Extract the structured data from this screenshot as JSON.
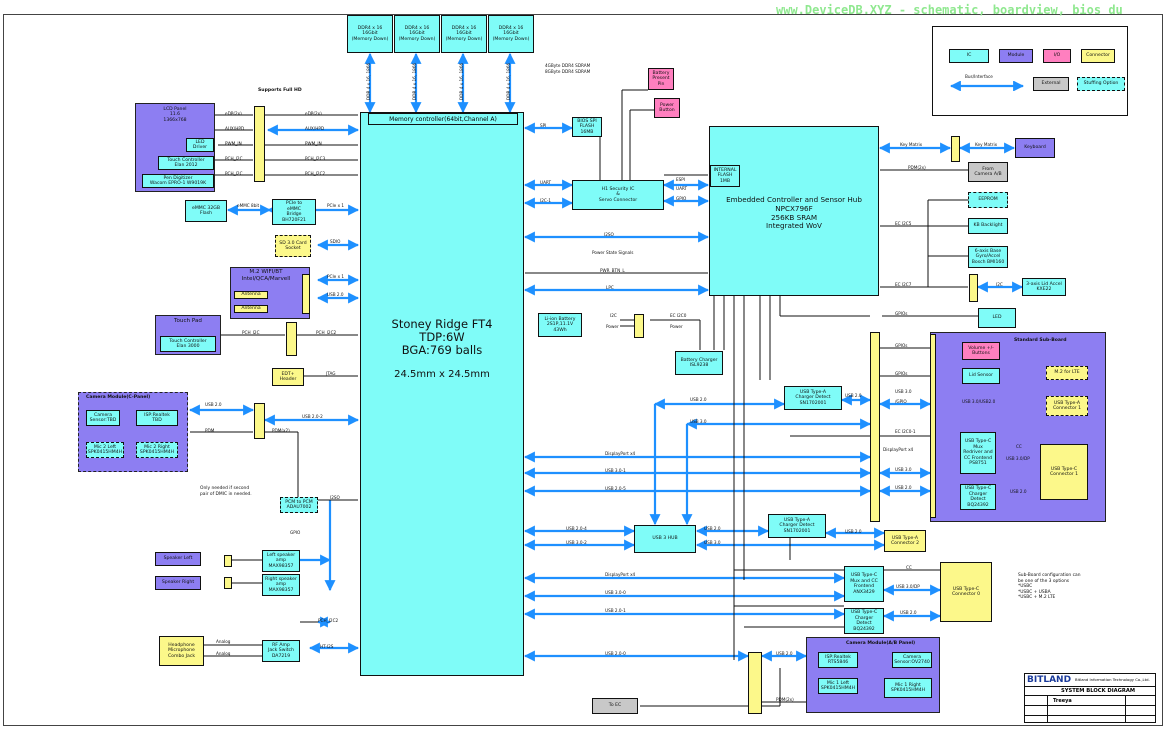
{
  "watermark": "www.DeviceDB.XYZ - schematic, boardview, bios du",
  "legend": {
    "ic": "IC",
    "module": "Module",
    "io": "I/O",
    "connector": "Connector",
    "bus": "Bus/Interface",
    "external": "External",
    "stuffing": "Stuffing Option"
  },
  "cpu": {
    "name": "Stoney Ridge FT4\nTDP:6W\nBGA:769 balls",
    "size": "24.5mm x 24.5mm",
    "memctrl": "Memory controller(64bit,Channel A)"
  },
  "memory": {
    "chip": "DDR4 x 16\n16Gbit\n(Memory Down)",
    "bus": "DDR 4 x 16, 1866",
    "note1": "4GByte DDR4 SDRAM",
    "note2": "8GByte DDR4 SDRAM"
  },
  "ec": {
    "name": "Embedded Controller and Sensor Hub\nNPCX796F\n256KB SRAM\nIntegrated WoV",
    "flash": "INTERNAL\nFLASH\n1MB"
  },
  "titles": {
    "full_hd": "Supports Full HD",
    "standard_sub": "Standard Sub-Board",
    "camera_c": "Camera Module(C-Panel)",
    "camera_ab": "Camera Module(A/B Panel)"
  },
  "blocks": {
    "lcd": "LCD Panel\n11.6\n1366x768",
    "led_driver": "LED\nDriver",
    "touch_ctrl_lcd": "Touch Controller\nElan 2012",
    "pen_digitizer": "Pen Digitizer\nWacom EPRO-1 W9019K",
    "emmc": "eMMC 32GB\nFlash",
    "pcie_emmc": "PCIe to\neMMC\nBridge\nBH720F21",
    "sd_socket": "SD 3.0 Card\nSocket",
    "wifi": "M.2 WIFI/BT\nIntel/QCA/Marvell",
    "antenna1": "Antenna",
    "antenna2": "Antenna",
    "touchpad": "Touch Pad",
    "tp_ctrl": "Touch Controller\nElan 3000",
    "edt_header": "EDT+\nHeader",
    "camera_sensor_c": "Camera\nSensor:TBD",
    "isp_c": "ISP:Realtek\nTBD",
    "mic2_left": "Mic 2 Left\nSPK0415HM4H",
    "mic2_right": "Mic 2 Right\nSPK0415HM4H",
    "pdm_pcm": "PCM to PCM\nADAU7002",
    "speaker_left": "Speaker Left",
    "speaker_right": "Speaker Right",
    "left_amp": "Left speaker\namp\nMAX98357",
    "right_amp": "Right speaker\namp\nMAX98357",
    "headphone": "Headphone\nMicrophone\nCombo Jack",
    "rf_amp": "RF Amp\nJack Switch\nDA7219",
    "bios_flash": "BIOS SPI\nFLASH\n16MB",
    "h1": "H1 Security IC\n&\nServo Connector",
    "battery_present": "Battery\nPresent\nPin",
    "power_button": "Power\nButton",
    "keyboard": "Keyboard",
    "camera_ab_conn": "From\nCamera A/B",
    "eeprom": "EEPROM",
    "kb_backlight": "KB Backlight",
    "sensor6": "6-axis Base\nGyro/Accel\nBosch BMI160",
    "lid_accel": "3-axis Lid Accel\nKXE22",
    "led": "LED",
    "li_battery": "Li-ion Battery\n2S1P,11.1V\n43Wh",
    "battery_charger": "Battery Charger\nISL9238",
    "volume": "Volume +/-\nButtons",
    "lid_sensor": "Lid Sensor",
    "m2_lte": "M.2 for LTE",
    "usb_a_conn1": "USB Type-A\nConnector 1",
    "usb_c_mux1": "USB Type-C\nMux\nRedriver and\nCC Frontend\nPS8751",
    "usb_c_conn1": "USB Type-C\nConnector 1",
    "usb_c_charger1": "USB Type-C\nCharger\nDetect\nBQ24392",
    "usb_a_charger_sub": "USB Type-A\nCharger Detect\nSN1702001",
    "usb3_hub": "USB 3 HUB",
    "usb_a_charger2": "USB Type-A\nCharger Detect\nSN1702001",
    "usb_a_conn2": "USB Type-A\nConnector 2",
    "usb_c_mux0": "USB Type-C\nMux and CC\nFrontend\nANX3429",
    "usb_c_charger0": "USB Type-C\nCharger\nDetect\nBQ24392",
    "usb_c_conn0": "USB Type-C\nConnector 0",
    "isp_ab": "ISP:Realtek\nRTS5846",
    "camera_sensor_ab": "Camera\nSensor:OV2740",
    "mic1_left": "Mic 1 Left\nSPK0415HM4H",
    "mic1_right": "Mic 1 Right\nSPK0415HM4H",
    "to_ec": "To EC"
  },
  "notes": {
    "dmic": "Only needed if second\npair of DMIC in needed.",
    "subboard": "Sub-Board configuration can\nbe one of the 3 options\n*USBC\n*USBC + USBA\n*USBC + M.2 LTE"
  },
  "signals": {
    "edp": "eDP(2x)",
    "aux": "AUX/HPD",
    "pwm": "PWM_IN",
    "pch_i2c": "PCH_I2C",
    "pcie_x1": "PCIe x 1",
    "emmc_8bit": "eMMC 8bit",
    "sdio": "SDIO",
    "usb20": "USB 2.0",
    "jtag": "JTAG",
    "usb2_2": "USB 2.0-2",
    "pdm": "PDM",
    "pdm_x2": "PDM(x2)",
    "i2s": "I2SO",
    "gpio": "GPIO",
    "analog": "Analog",
    "ht_i2s": "HT-I2S",
    "spi": "SPI",
    "uart": "UART",
    "i2c1": "I2C-1",
    "espi": "ESPI",
    "i2so": "I2SO",
    "power_state": "Power State Signals",
    "pwr_btn": "PWR_BTN_L",
    "lpc": "LPC",
    "ap": "AP",
    "key_matrix": "Key Matrix",
    "pdm2": "PDM(2x)",
    "ec_i2c5": "EC I2C5",
    "ec_i2c7": "EC I2C7",
    "i2c": "I2C",
    "gpios": "GPIOs",
    "ec_i2c0": "EC I2C0",
    "power": "Power",
    "usb30": "USB 3.0",
    "usb30_usb2": "USB 3.0/USB2.0",
    "ec_i2c1": "EC I2C0-1",
    "dp": "DisplayPort x4",
    "usb30_1": "USB 3.0-1",
    "usb20_5": "USB 2.0-5",
    "usb20_4": "USB 2.0-4",
    "usb30_2": "USB 3.0-2",
    "usb30_0": "USB 3.0-0",
    "usb20_0": "USB 2.0-0",
    "usb20_1": "USB 2.0-1",
    "cc": "CC",
    "usb30_dp": "USB 3.0/DP",
    "pch_i2c3": "PCH_I2C3",
    "pch_i2c2": "PCH_I2C2",
    "gpio_sub": "/GPIO"
  },
  "title_block": {
    "company": "BITLAND",
    "company_full": "Bitland Information Technology Co.,Ltd.",
    "title": "SYSTEM BLOCK DIAGRAM",
    "project": "Treeya"
  }
}
